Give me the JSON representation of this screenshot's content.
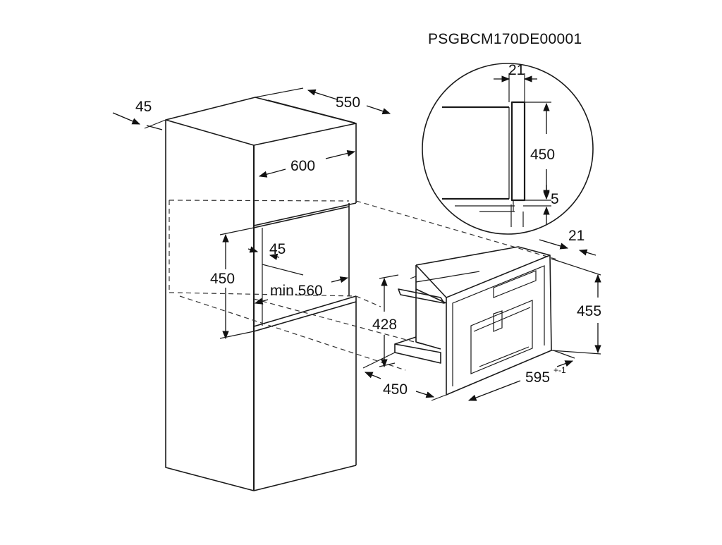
{
  "drawing": {
    "code": "PSGBCM170DE00001",
    "dims": {
      "d45_top": "45",
      "d550": "550",
      "d600": "600",
      "d450_niche": "450",
      "d45_niche": "45",
      "min560": "min.560",
      "d428": "428",
      "d450_depth": "450",
      "d455": "455",
      "d595": "595",
      "d595_tol": "+-1",
      "d21_side": "21",
      "detail_21": "21",
      "detail_450": "450",
      "detail_5": "5"
    }
  }
}
